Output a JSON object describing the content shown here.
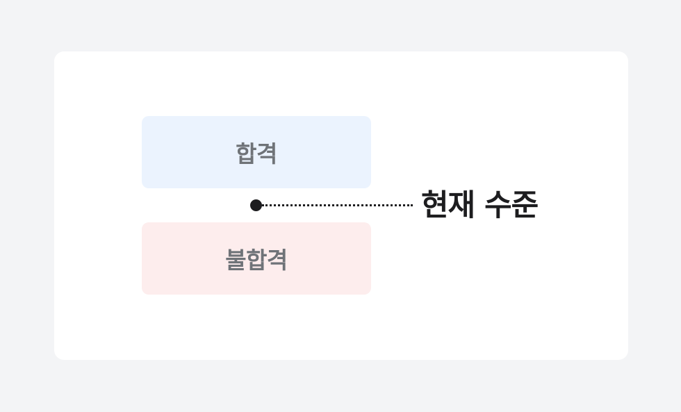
{
  "colors": {
    "background": "#f3f4f6",
    "card": "#ffffff",
    "pass_fill": "#ebf3fe",
    "fail_fill": "#fdeded",
    "zone_text": "#6f7378",
    "marker": "#1d1d1f"
  },
  "zones": {
    "pass": {
      "label": "합격"
    },
    "fail": {
      "label": "불합격"
    }
  },
  "marker": {
    "label": "현재 수준"
  }
}
